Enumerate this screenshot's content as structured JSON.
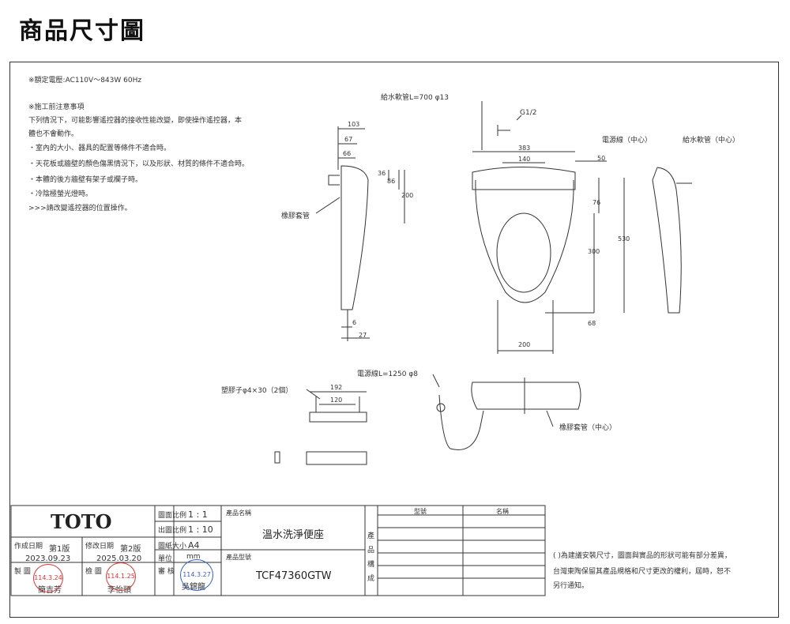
{
  "page_title": "商品尺寸圖",
  "notes": {
    "rated_power": "※額定電壓:AC110V～843W 60Hz",
    "construction_heading": "※施工前注意事項",
    "lines": [
      "下列情況下，可能影響遙控器的接收性能改變，即使操作遙控器，本",
      "體也不會動作。",
      "・室內的大小、器具的配置等條件不適合時。",
      "・天花板或牆壁的顏色傷黑情況下，以及形狀、材質的條件不適合時。",
      "・本體的後方牆壁有架子或欄子時。",
      "・冷陰極螢光燈時。",
      ">>>請改變遙控器的位置操作。"
    ]
  },
  "labels": {
    "supply_hose": "給水軟管L=700 φ13",
    "g_thread": "G1/2",
    "power_cord_center": "電源線（中心）",
    "supply_hose_center": "給水軟管（中心）",
    "rubber_sleeve": "橡膠套管",
    "rubber_sleeve_center": "橡膠套管（中心）",
    "power_cord": "電源線L=1250 φ8",
    "plastic_plug": "塑膠子φ4×30（2個）"
  },
  "dimensions": {
    "side": [
      "103",
      "67",
      "66",
      "36",
      "86",
      "200",
      "6",
      "27"
    ],
    "front": [
      "383",
      "140",
      "50",
      "76",
      "530",
      "300",
      "68",
      "200"
    ],
    "bracket": [
      "192",
      "120"
    ]
  },
  "title_block": {
    "brand": "TOTO",
    "scale_label": "圖面比例",
    "scale_value": "1 : 1",
    "draft_scale_label": "出圖比例",
    "draft_scale_value": "1 : 10",
    "paper_label": "圖紙大小",
    "paper_value": "A4",
    "unit_label": "單位",
    "unit_value": "mm",
    "check_label": "審 核",
    "created_label": "作成日期",
    "created_version": "第1版",
    "created_date": "2023.09.23",
    "revised_label": "修改日期",
    "revised_version": "第2版",
    "revised_date": "2025.03.20",
    "drawn_label": "製 圖",
    "checked_label": "檢 圖",
    "drawn_name": "簡吉芳",
    "checked_name": "李怡頭",
    "approved_name": "吳錦龍",
    "product_name_label": "產品名稱",
    "product_name": "溫水洗淨便座",
    "product_model_label": "產品型號",
    "product_model": "TCF47360GTW",
    "composition_label": "產品構成",
    "model_col": "型號",
    "name_col": "名稱",
    "disclaimer": [
      "( )為建議安裝尺寸，圖面與實品的形狀可能有部分差異，",
      "台灣東陶保留其產品規格和尺寸更改的權利，屆時，恕不",
      "另行通知。"
    ],
    "stamp1": "114.3.24",
    "stamp2": "114.1.25",
    "stamp3": "114.3.27"
  }
}
